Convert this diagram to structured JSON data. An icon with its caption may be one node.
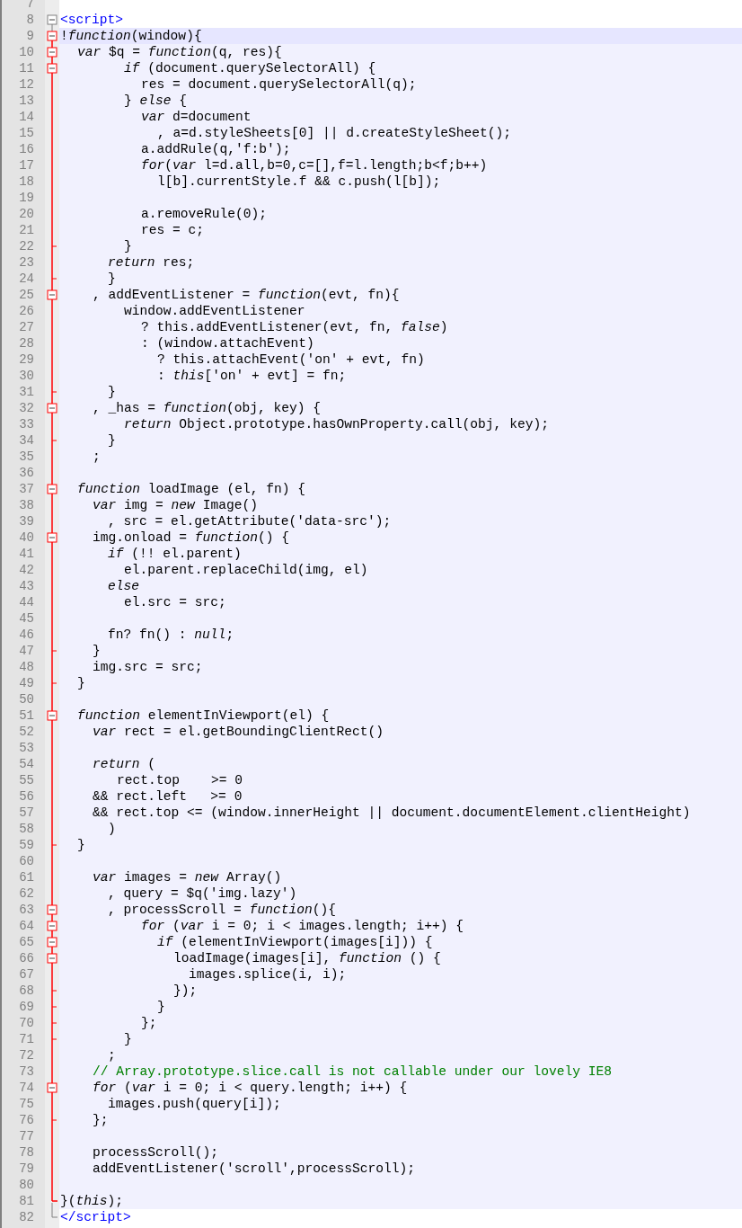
{
  "diagram": {
    "labels": [
      "7",
      "8",
      "<script>",
      "9",
      "!*function*(window){",
      "10",
      "*var* $q = *function*(q, res){",
      "11",
      "*if* (document.querySelectorAll) {",
      "12",
      "res = document.querySelectorAll(q);",
      "13",
      "} *else* {",
      "14",
      "*var* d=document",
      "15",
      ", a=d.styleSheets[0] || d.createStyleSheet();",
      "16",
      "a.addRule(q,'f:b');",
      "17",
      "*for*(*var* l=d.all,b=0,c=[],f=l.length;b<f;b++)",
      "18",
      "l[b].currentStyle.f && c.push(l[b]);",
      "19",
      "20",
      "a.removeRule(0);",
      "21",
      "res = c;",
      "22",
      "}",
      "23",
      "*return* res;",
      "24",
      "}",
      "25",
      ", addEventListener = *function*(evt, fn){",
      "26",
      "window.addEventListener",
      "27",
      "? this.addEventListener(evt, fn, *false*)",
      "28",
      ": (window.attachEvent)",
      "29",
      "? this.attachEvent('on' + evt, fn)",
      "30",
      ": *this*['on' + evt] = fn;",
      "31",
      "}",
      "32",
      ", _has = *function*(obj, key) {",
      "33",
      "*return* Object.prototype.hasOwnProperty.call(obj, key);",
      "34",
      "}",
      "35",
      ";",
      "36",
      "37",
      "*function* loadImage (el, fn) {",
      "38",
      "*var* img = *new* Image()",
      "39",
      ", src = el.getAttribute('data-src');",
      "40",
      "img.onload = *function*() {",
      "41",
      "*if* (!! el.parent)",
      "42",
      "el.parent.replaceChild(img, el)",
      "43",
      "*else*",
      "44",
      "el.src = src;",
      "45",
      "46",
      "fn? fn() : *null*;",
      "47",
      "}",
      "48",
      "img.src = src;",
      "49",
      "}",
      "50",
      "51",
      "*function* elementInViewport(el) {",
      "52",
      "*var* rect = el.getBoundingClientRect()",
      "53",
      "54",
      "*return* (",
      "55",
      "rect.top    >= 0",
      "56",
      "&& rect.left   >= 0",
      "57",
      "&& rect.top <= (window.innerHeight || document.documentElement.clientHeight)",
      "58",
      ")",
      "59",
      "}",
      "60",
      "61",
      "*var* images = *new* Array()",
      "62",
      ", query = $q('img.lazy')",
      "63",
      ", processScroll = *function*(){",
      "64",
      "*for* (*var* i = 0; i < images.length; i++) {",
      "65",
      "*if* (elementInViewport(images[i])) {",
      "66",
      "loadImage(images[i], *function* () {",
      "67",
      "images.splice(i, i);",
      "68",
      "});",
      "69",
      "}",
      "70",
      "};",
      "71",
      "}",
      "72",
      ";",
      "73",
      "// Array.prototype.slice.call is not callable under our lovely IE8",
      "74",
      "*for* (*var* i = 0; i < query.length; i++) {",
      "75",
      "images.push(query[i]);",
      "76",
      "};",
      "77",
      "78",
      "processScroll();",
      "79",
      "addEventListener('scroll',processScroll);",
      "80",
      "81",
      "}(*this*);",
      "82",
      "</script>"
    ]
  }
}
